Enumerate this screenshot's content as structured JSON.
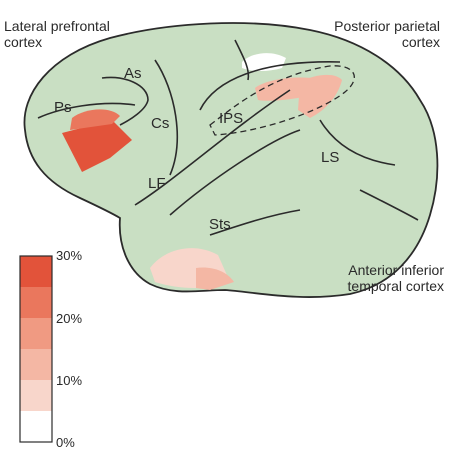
{
  "labels": {
    "lateral_prefrontal": "Lateral prefrontal\ncortex",
    "posterior_parietal": "Posterior parietal\ncortex",
    "anterior_inferior_temporal": "Anterior inferior\ntemporal cortex"
  },
  "sulci": {
    "as": "As",
    "ps": "Ps",
    "cs": "Cs",
    "ips": "IPS",
    "lf": "LF",
    "ls": "LS",
    "sts": "Sts"
  },
  "scale": {
    "ticks": [
      "30%",
      "20%",
      "10%",
      "0%"
    ],
    "levels": [
      "#e2533a",
      "#ea775d",
      "#f09a82",
      "#f4b7a4",
      "#f8d6cb",
      "#ffffff"
    ]
  },
  "colors": {
    "cortex_fill": "#c9dfc3",
    "outline": "#2b2b2b",
    "high": "#e2533a",
    "mid_high": "#ea775d",
    "mid": "#f09a82",
    "low_mid": "#f4b7a4",
    "low": "#f8d6cb",
    "none": "#ffffff"
  }
}
